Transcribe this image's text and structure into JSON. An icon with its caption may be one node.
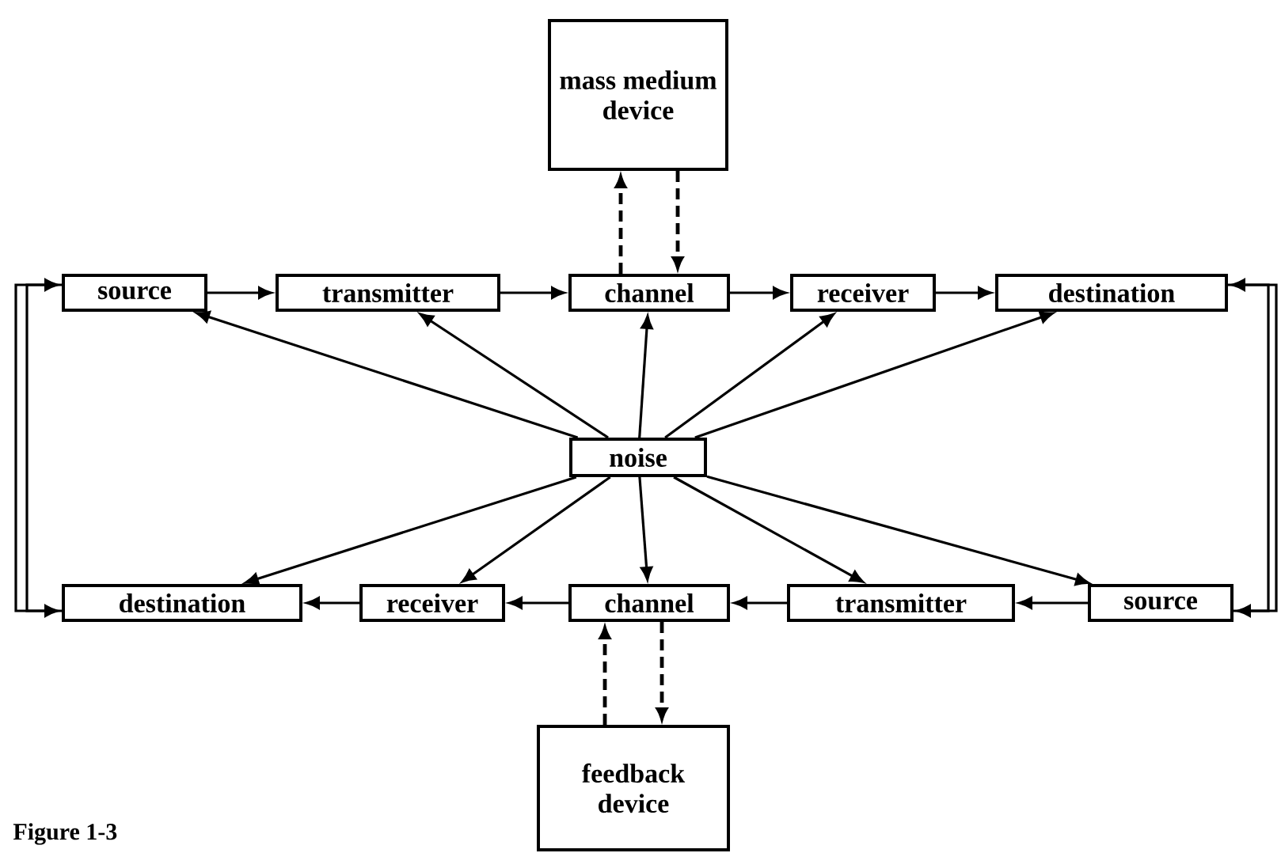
{
  "diagram": {
    "caption": "Figure 1-3",
    "nodes": [
      {
        "text": [
          "mass medium device"
        ]
      },
      {
        "text": [
          "source"
        ]
      },
      {
        "text": [
          "transmitter"
        ]
      },
      {
        "text": [
          "channel"
        ]
      },
      {
        "text": [
          "receiver"
        ]
      },
      {
        "text": [
          "destination"
        ]
      },
      {
        "text": [
          "noise"
        ]
      },
      {
        "text": [
          "destination"
        ]
      },
      {
        "text": [
          "receiver"
        ]
      },
      {
        "text": [
          "channel"
        ]
      },
      {
        "text": [
          "transmitter"
        ]
      },
      {
        "text": [
          "source"
        ]
      },
      {
        "text": [
          "feedback device"
        ]
      }
    ],
    "edges": [
      {
        "from": 1,
        "to": 2,
        "arrow": "to"
      },
      {
        "from": 2,
        "to": 3,
        "arrow": "to"
      },
      {
        "from": 3,
        "to": 4,
        "arrow": "to"
      },
      {
        "from": 4,
        "to": 5,
        "arrow": "to"
      },
      {
        "from": 3,
        "to": 0,
        "arrow": "to",
        "style": "dashed"
      },
      {
        "from": 0,
        "to": 3,
        "arrow": "to",
        "style": "dashed"
      },
      {
        "from": 6,
        "to": 1,
        "arrow": "to"
      },
      {
        "from": 6,
        "to": 2,
        "arrow": "to"
      },
      {
        "from": 6,
        "to": 3,
        "arrow": "to"
      },
      {
        "from": 6,
        "to": 4,
        "arrow": "to"
      },
      {
        "from": 6,
        "to": 5,
        "arrow": "to"
      },
      {
        "from": 6,
        "to": 7,
        "arrow": "to"
      },
      {
        "from": 6,
        "to": 8,
        "arrow": "to"
      },
      {
        "from": 6,
        "to": 9,
        "arrow": "to"
      },
      {
        "from": 6,
        "to": 10,
        "arrow": "to"
      },
      {
        "from": 6,
        "to": 11,
        "arrow": "to"
      },
      {
        "from": 11,
        "to": 10,
        "arrow": "to"
      },
      {
        "from": 10,
        "to": 9,
        "arrow": "to"
      },
      {
        "from": 9,
        "to": 8,
        "arrow": "to"
      },
      {
        "from": 8,
        "to": 7,
        "arrow": "to"
      },
      {
        "from": 12,
        "to": 9,
        "arrow": "to",
        "style": "dashed"
      },
      {
        "from": 9,
        "to": 12,
        "arrow": "to",
        "style": "dashed"
      },
      {
        "from": 7,
        "to": 1,
        "arrow": "to"
      },
      {
        "from": 1,
        "to": 7,
        "arrow": "to"
      },
      {
        "from": 5,
        "to": 11,
        "arrow": "to"
      },
      {
        "from": 11,
        "to": 5,
        "arrow": "to"
      }
    ]
  }
}
